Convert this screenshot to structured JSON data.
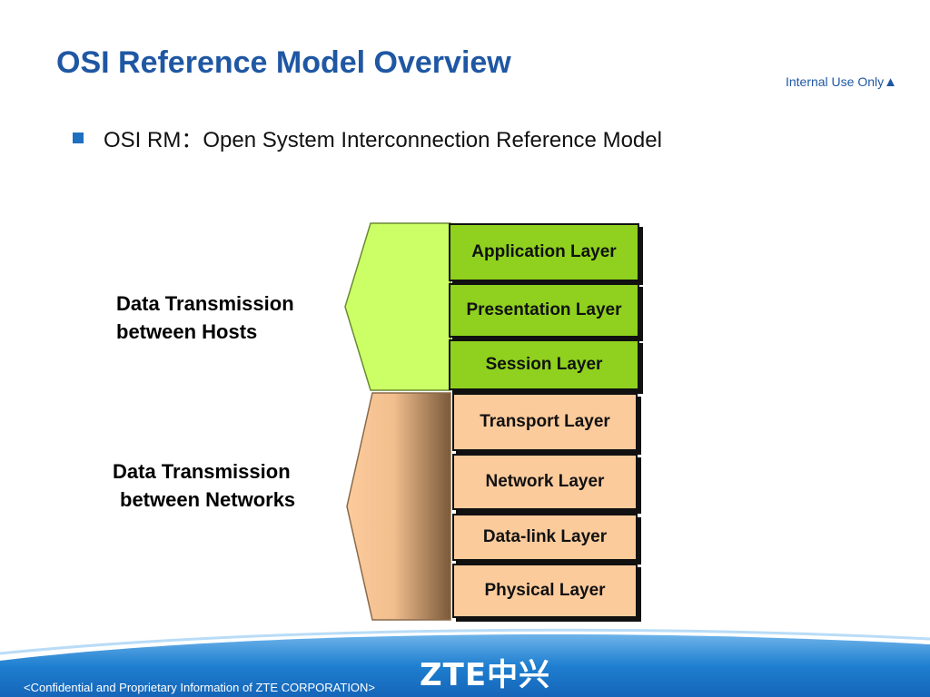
{
  "slide": {
    "title": "OSI Reference Model Overview",
    "internal_label": "Internal Use Only",
    "internal_icon": "triangle-up-icon",
    "bullet_text": "OSI RM：Open System Interconnection Reference Model"
  },
  "groups": {
    "hosts": {
      "line1": "Data Transmission",
      "line2": "between Hosts"
    },
    "networks": {
      "line1": "Data Transmission",
      "line2": "between Networks"
    }
  },
  "layers": [
    {
      "label": "Application Layer",
      "group": "hosts"
    },
    {
      "label": "Presentation Layer",
      "group": "hosts"
    },
    {
      "label": "Session Layer",
      "group": "hosts"
    },
    {
      "label": "Transport Layer",
      "group": "networks"
    },
    {
      "label": "Network Layer",
      "group": "networks"
    },
    {
      "label": "Data-link Layer",
      "group": "networks"
    },
    {
      "label": "Physical Layer",
      "group": "networks"
    }
  ],
  "footer": {
    "confidential": "<Confidential and Proprietary Information of  ZTE CORPORATION>",
    "logo": "ZTE中兴"
  },
  "colors": {
    "title_blue": "#1f57a3",
    "host_layers": "#8fd11e",
    "host_bracket": "#ccff66",
    "network_layers": "#fccb9c",
    "network_bracket": "#f9c89a",
    "footer_blue": "#1a73c6"
  }
}
